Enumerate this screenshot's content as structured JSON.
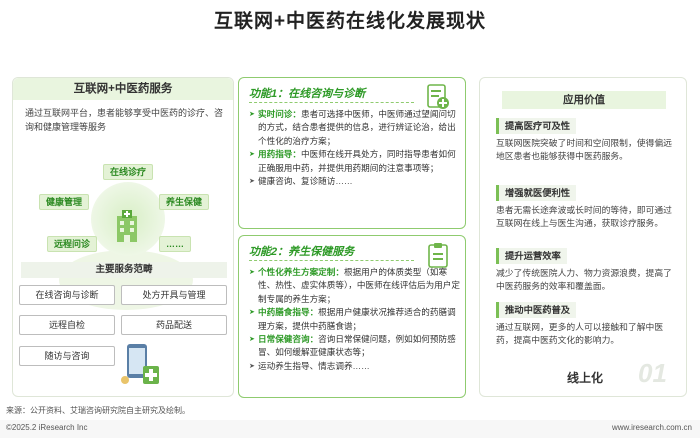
{
  "title": "互联网+中医药在线化发展现状",
  "left": {
    "header": "互联网+中医药服务",
    "description": "通过互联网平台，患者能够享受中医药的诊疗、咨询和健康管理等服务",
    "hub_tiles": [
      "在线诊疗",
      "健康管理",
      "养生保健",
      "远程问诊",
      "……"
    ],
    "services_header": "主要服务范畴",
    "services": [
      "在线咨询与诊断",
      "处方开具与管理",
      "远程自检",
      "药品配送",
      "随访与咨询"
    ]
  },
  "card1": {
    "title": "功能1：在线咨询与诊断",
    "items": [
      {
        "key": "实时问诊：",
        "text": "患者可选择中医师，中医师通过望闻问切的方式，结合患者提供的信息，进行辨证论治，给出个性化的治疗方案；"
      },
      {
        "key": "用药指导：",
        "text": "中医师在线开具处方，同时指导患者如何正确服用中药，并提供用药期间的注意事项等；"
      },
      {
        "key": "",
        "text": "健康咨询、复诊随访……"
      }
    ]
  },
  "card2": {
    "title": "功能2：养生保健服务",
    "items": [
      {
        "key": "个性化养生方案定制：",
        "text": "根据用户的体质类型（如寒性、热性、虚实体质等），中医师在线评估后为用户定制专属的养生方案；"
      },
      {
        "key": "中药膳食指导：",
        "text": "根据用户健康状况推荐适合的药膳调理方案，提供中药膳食谱；"
      },
      {
        "key": "日常保健咨询：",
        "text": "咨询日常保健问题，例如如何预防感冒、如何缓解亚健康状态等；"
      },
      {
        "key": "",
        "text": "运动养生指导、情志调养……"
      }
    ]
  },
  "right": {
    "header": "应用价值",
    "values": [
      {
        "title": "提高医疗可及性",
        "text": "互联网医院突破了时间和空间限制，使得偏远地区患者也能够获得中医药服务。"
      },
      {
        "title": "增强就医便利性",
        "text": "患者无需长途奔波或长时间的等待，即可通过互联网在线上与医生沟通，获取诊疗服务。"
      },
      {
        "title": "提升运营效率",
        "text": "减少了传统医院人力、物力资源浪费，提高了中医药服务的效率和覆盖面。"
      },
      {
        "title": "推动中医药普及",
        "text": "通过互联网，更多的人可以接触和了解中医药，提高中医药文化的影响力。"
      }
    ]
  },
  "tag": "线上化",
  "watermark": "01",
  "source": "来源：公开资料、艾瑞咨询研究院自主研究及绘制。",
  "footer": {
    "left": "©2025.2 iResearch Inc",
    "right": "www.iresearch.com.cn"
  },
  "colors": {
    "accent": "#2e9a27",
    "border": "#8fcb6f",
    "light": "#e9f5df"
  }
}
